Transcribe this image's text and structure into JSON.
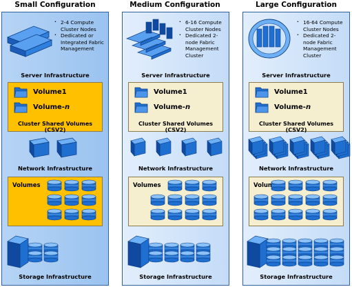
{
  "columns": [
    {
      "title": "Small Configuration",
      "server_bullets": [
        "2-4 Compute Cluster Nodes",
        "Dedicated or Integrated Fabric Management"
      ],
      "server_label": "Server Infrastructure",
      "volume1": "Volume1",
      "volume_n_prefix": "Volume-",
      "volume_n_suffix": "n",
      "csv_label": "Cluster Shared Volumes (CSV2)",
      "network_label": "Network Infrastructure",
      "volumes_label": "Volumes",
      "storage_label": "Storage Infrastructure"
    },
    {
      "title": "Medium Configuration",
      "server_bullets": [
        "6-16 Compute Cluster Nodes",
        "Dedicated 2-node Fabric Management Cluster"
      ],
      "server_label": "Server Infrastructure",
      "volume1": "Volume1",
      "volume_n_prefix": "Volume-",
      "volume_n_suffix": "n",
      "csv_label": "Cluster Shared Volumes (CSV2)",
      "network_label": "Network Infrastructure",
      "volumes_label": "Volumes",
      "storage_label": "Storage Infrastructure"
    },
    {
      "title": "Large Configuration",
      "server_bullets": [
        "16-64 Compute Cluster Nodes",
        "Dedicated 2-node Fabric Management Cluster"
      ],
      "server_label": "Server Infrastructure",
      "volume1": "Volume1",
      "volume_n_prefix": "Volume-",
      "volume_n_suffix": "n",
      "csv_label": "Cluster Shared Volumes (CSV2)",
      "network_label": "Network Infrastructure",
      "volumes_label": "Volumes",
      "storage_label": "Storage Infrastructure"
    }
  ],
  "colors": {
    "small_box": "#ffc000",
    "medium_large_box": "#f5efcf",
    "icon_blue": "#1f6fd1",
    "panel_border": "#2f5e9c"
  }
}
